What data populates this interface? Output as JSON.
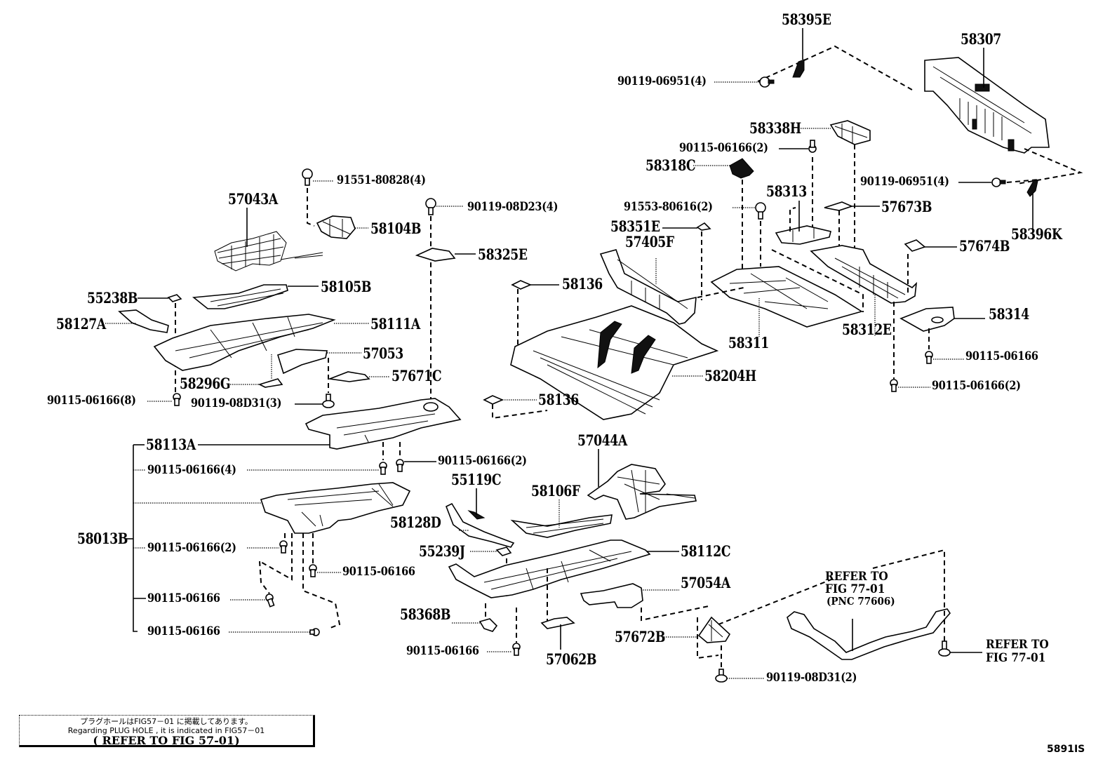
{
  "figure": {
    "figure_id": "5891IS",
    "note": {
      "line_jp": "プラグホールはFIG57－01 に掲載してあります。",
      "line_en": "Regarding  PLUG  HOLE  ,  it  is  indicated  in  FIG57－01",
      "line_ref": "( REFER  TO  FIG  57-01)"
    }
  },
  "parts": {
    "p58395E": "58395E",
    "p58307": "58307",
    "b90119_06951_a": "90119-06951(4)",
    "p58338H": "58338H",
    "b90115_06166_2a": "90115-06166(2)",
    "p58318C": "58318C",
    "b90119_06951_b": "90119-06951(4)",
    "p58313": "58313",
    "b91553_80616": "91553-80616(2)",
    "p57673B": "57673B",
    "p58396K": "58396K",
    "p58351E": "58351E",
    "p57405F": "57405F",
    "p57674B": "57674B",
    "p58136a": "58136",
    "p58311": "58311",
    "p58312E": "58312E",
    "p58314": "58314",
    "b90115_06166_r": "90115-06166",
    "b90115_06166_2r": "90115-06166(2)",
    "p58204H": "58204H",
    "p58136b": "58136",
    "b91551_80828": "91551-80828(4)",
    "p57043A": "57043A",
    "b90119_08D23": "90119-08D23(4)",
    "p58104B": "58104B",
    "p58325E": "58325E",
    "p58105B": "58105B",
    "p55238B": "55238B",
    "p58127A": "58127A",
    "p58111A": "58111A",
    "p57053": "57053",
    "p58296G": "58296G",
    "p57671C": "57671C",
    "b90115_06166_8": "90115-06166(8)",
    "b90119_08D31_3": "90119-08D31(3)",
    "p58113A": "58113A",
    "b90115_06166_4": "90115-06166(4)",
    "b90115_06166_2m": "90115-06166(2)",
    "p57044A": "57044A",
    "p55119C": "55119C",
    "p58106F": "58106F",
    "p58128D": "58128D",
    "p58013B": "58013B",
    "b90115_06166_2l": "90115-06166(2)",
    "b90115_06166_l1": "90115-06166",
    "p55239J": "55239J",
    "p58112C": "58112C",
    "b90115_06166_l2": "90115-06166",
    "b90115_06166_l3": "90115-06166",
    "p57054A": "57054A",
    "p58368B": "58368B",
    "p57672B": "57672B",
    "b90115_06166_c": "90115-06166",
    "p57062B": "57062B",
    "b90119_08D31_2": "90119-08D31(2)"
  },
  "references": {
    "brace_ref": "REFER  TO\nFIG  77-01\n(PNC  77606)",
    "brace_ref_l1": "REFER  TO",
    "brace_ref_l2": "FIG  77-01",
    "brace_ref_l3": "(PNC  77606)",
    "bolt_ref_l1": "REFER  TO",
    "bolt_ref_l2": "FIG  77-01"
  }
}
